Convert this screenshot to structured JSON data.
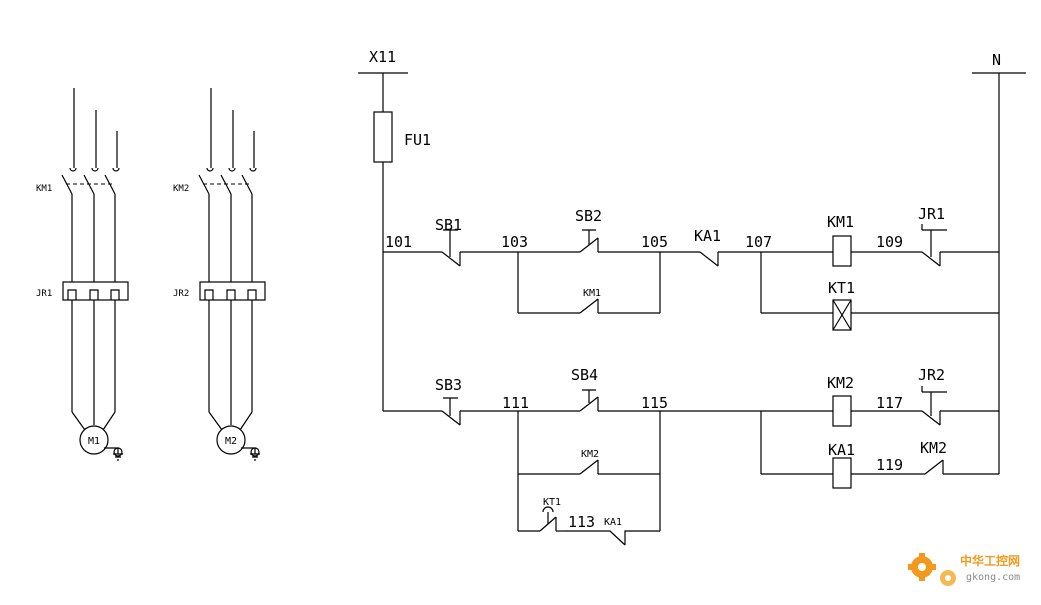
{
  "motor_circuits": {
    "m1": {
      "contactor": "KM1",
      "relay": "JR1",
      "motor": "M1"
    },
    "m2": {
      "contactor": "KM2",
      "relay": "JR2",
      "motor": "M2"
    }
  },
  "control_circuit": {
    "supply": "X11",
    "neutral": "N",
    "fuse": "FU1",
    "nodes": [
      "101",
      "103",
      "105",
      "107",
      "109",
      "111",
      "113",
      "115",
      "117",
      "119"
    ],
    "components": {
      "sb1": "SB1",
      "sb2": "SB2",
      "sb3": "SB3",
      "sb4": "SB4",
      "ka1_contact": "KA1",
      "km1_coil": "KM1",
      "jr1_contact": "JR1",
      "km1_hold": "KM1",
      "kt1_coil": "KT1",
      "km2_coil": "KM2",
      "jr2_contact": "JR2",
      "km2_hold": "KM2",
      "ka1_coil": "KA1",
      "km2_contact": "KM2",
      "kt1_contact": "KT1",
      "ka1_contact_low": "KA1"
    }
  },
  "watermark": {
    "site": "中华工控网",
    "domain": "gkong.com"
  },
  "colors": {
    "line": "#000000",
    "background": "#ffffff",
    "watermark": "#f39a1e"
  }
}
